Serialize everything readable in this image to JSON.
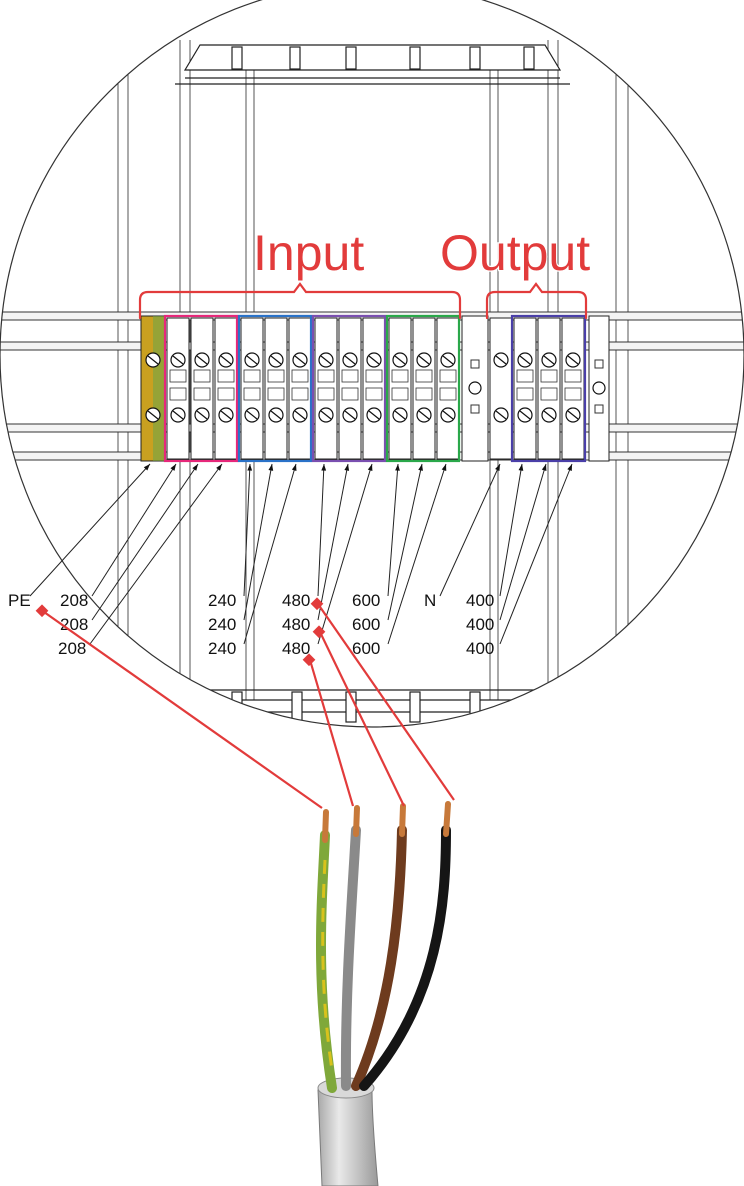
{
  "headings": {
    "input": "Input",
    "output": "Output"
  },
  "labels": {
    "pe": "PE",
    "t208": [
      "208",
      "208",
      "208"
    ],
    "t240": [
      "240",
      "240",
      "240"
    ],
    "t480": [
      "480",
      "480",
      "480"
    ],
    "t600": [
      "600",
      "600",
      "600"
    ],
    "n": "N",
    "t400": [
      "400",
      "400",
      "400"
    ]
  },
  "group_colors": {
    "pe": "#c9a020",
    "v208": "#e6287a",
    "v240": "#2a72c8",
    "v480": "#7a4fb0",
    "v600": "#2aa84a",
    "v400": "#4a3fa8",
    "bracket": "#e23b3b",
    "wire_marker": "#e23b3b"
  },
  "wires": [
    {
      "name": "green-yellow",
      "color": "#7fa83a"
    },
    {
      "name": "grey",
      "color": "#8a8a8a"
    },
    {
      "name": "brown",
      "color": "#6e3b1e"
    },
    {
      "name": "black",
      "color": "#151515"
    }
  ]
}
